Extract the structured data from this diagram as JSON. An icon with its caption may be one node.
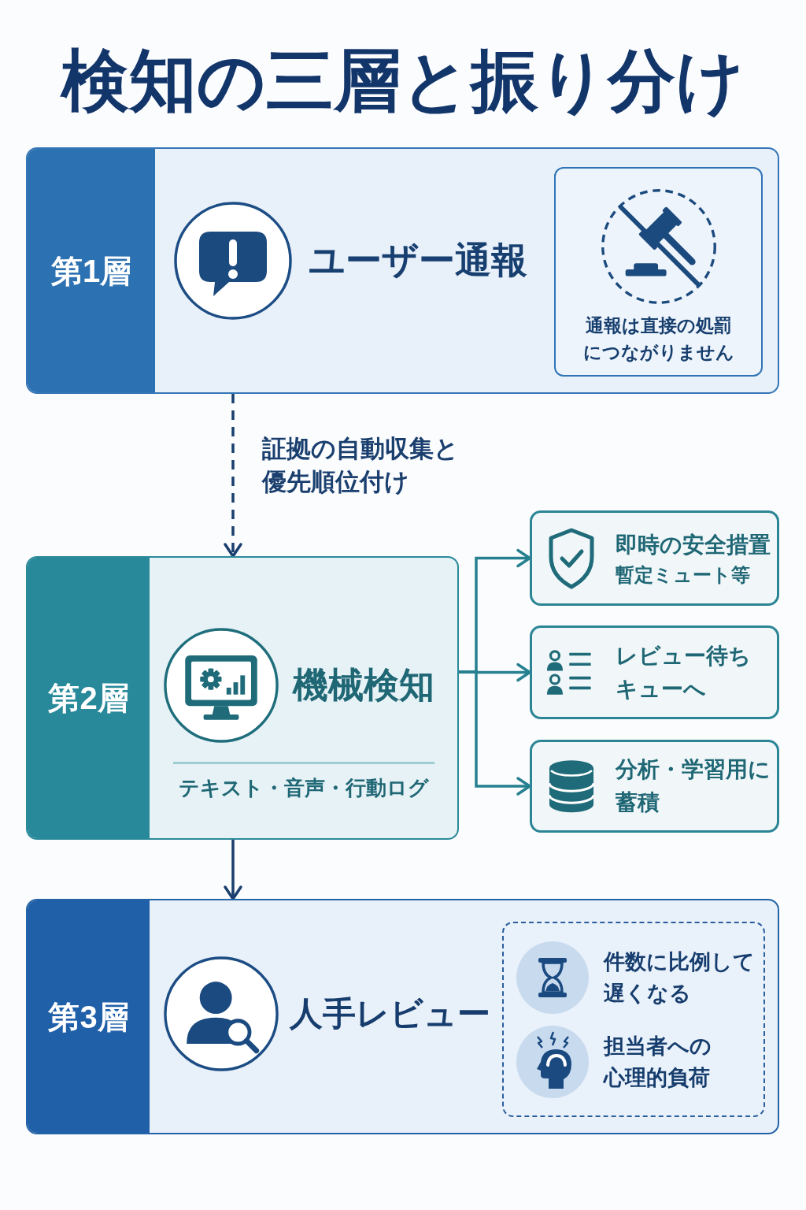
{
  "diagram": {
    "title": "検知の三層と振り分け",
    "nodes": [
      {
        "text": [
          "第1層",
          "ユーザー通報"
        ]
      },
      {
        "text": [
          "通報は直接の処罰につながりません"
        ],
        "in": 0
      },
      {
        "text": [
          "第2層",
          "機械検知",
          "テキスト・音声・行動ログ"
        ]
      },
      {
        "text": [
          "即時の安全措置",
          "暫定ミュート等"
        ]
      },
      {
        "text": [
          "レビュー待ちキューへ"
        ]
      },
      {
        "text": [
          "分析・学習用に蓄積"
        ]
      },
      {
        "text": [
          "第3層",
          "人手レビュー"
        ]
      },
      {
        "text": [
          "件数に比例して遅くなる",
          "担当者への心理的負荷"
        ],
        "in": 6
      }
    ],
    "edges": [
      {
        "from": 0,
        "to": 2,
        "arrow": "to",
        "label": "証拠の自動収集と優先順位付け",
        "style": "dashed",
        "color": "#1a3f6e"
      },
      {
        "from": 2,
        "to": 3,
        "arrow": "to"
      },
      {
        "from": 2,
        "to": 4,
        "arrow": "to"
      },
      {
        "from": 2,
        "to": 5,
        "arrow": "to"
      },
      {
        "from": 2,
        "to": 6,
        "arrow": "to",
        "color": "#1a3f6e"
      }
    ]
  }
}
